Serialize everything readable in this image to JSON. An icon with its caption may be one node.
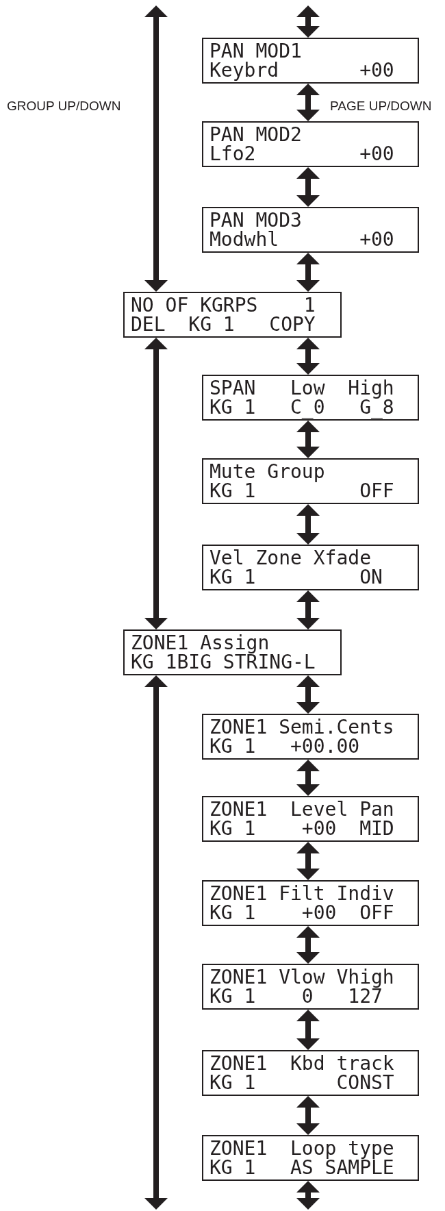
{
  "diagram": {
    "nodes": [
      {
        "text": [
          "PAN MOD1",
          "Keybrd       +00"
        ]
      },
      {
        "text": [
          "PAN MOD2",
          "Lfo2         +00"
        ]
      },
      {
        "text": [
          "PAN MOD3",
          "Modwhl       +00"
        ]
      },
      {
        "text": [
          "NO OF KGRPS    1",
          "DEL  KG 1   COPY"
        ]
      },
      {
        "text": [
          "SPAN   Low  High",
          "KG 1   C_0   G_8"
        ]
      },
      {
        "text": [
          "Mute Group",
          "KG 1         OFF"
        ]
      },
      {
        "text": [
          "Vel Zone Xfade",
          "KG 1         ON"
        ]
      },
      {
        "text": [
          "ZONE1 Assign",
          "KG 1BIG STRING-L"
        ]
      },
      {
        "text": [
          "ZONE1 Semi.Cents",
          "KG 1   +00.00"
        ]
      },
      {
        "text": [
          "ZONE1  Level Pan",
          "KG 1    +00  MID"
        ]
      },
      {
        "text": [
          "ZONE1 Filt Indiv",
          "KG 1    +00  OFF"
        ]
      },
      {
        "text": [
          "ZONE1 Vlow Vhigh",
          "KG 1    0   127"
        ]
      },
      {
        "text": [
          "ZONE1  Kbd track",
          "KG 1       CONST"
        ]
      },
      {
        "text": [
          "ZONE1  Loop type",
          "KG 1   AS SAMPLE"
        ]
      }
    ],
    "edges": [
      {
        "from": null,
        "to": 0,
        "arrow": "both"
      },
      {
        "from": 0,
        "to": 1,
        "arrow": "both",
        "label": "PAGE UP/DOWN"
      },
      {
        "from": 1,
        "to": 2,
        "arrow": "both"
      },
      {
        "from": 2,
        "to": 3,
        "arrow": "both"
      },
      {
        "from": 3,
        "to": 4,
        "arrow": "both"
      },
      {
        "from": 4,
        "to": 5,
        "arrow": "both"
      },
      {
        "from": 5,
        "to": 6,
        "arrow": "both"
      },
      {
        "from": 6,
        "to": 7,
        "arrow": "both"
      },
      {
        "from": 7,
        "to": 8,
        "arrow": "both"
      },
      {
        "from": 8,
        "to": 9,
        "arrow": "both"
      },
      {
        "from": 9,
        "to": 10,
        "arrow": "both"
      },
      {
        "from": 10,
        "to": 11,
        "arrow": "both"
      },
      {
        "from": 11,
        "to": 12,
        "arrow": "both"
      },
      {
        "from": 12,
        "to": 13,
        "arrow": "both"
      },
      {
        "from": 13,
        "to": null,
        "arrow": "both"
      },
      {
        "from": null,
        "to": 3,
        "arrow": "both",
        "label": "GROUP UP/DOWN"
      },
      {
        "from": 3,
        "to": 7,
        "arrow": "both"
      },
      {
        "from": 7,
        "to": null,
        "arrow": "both"
      }
    ]
  }
}
